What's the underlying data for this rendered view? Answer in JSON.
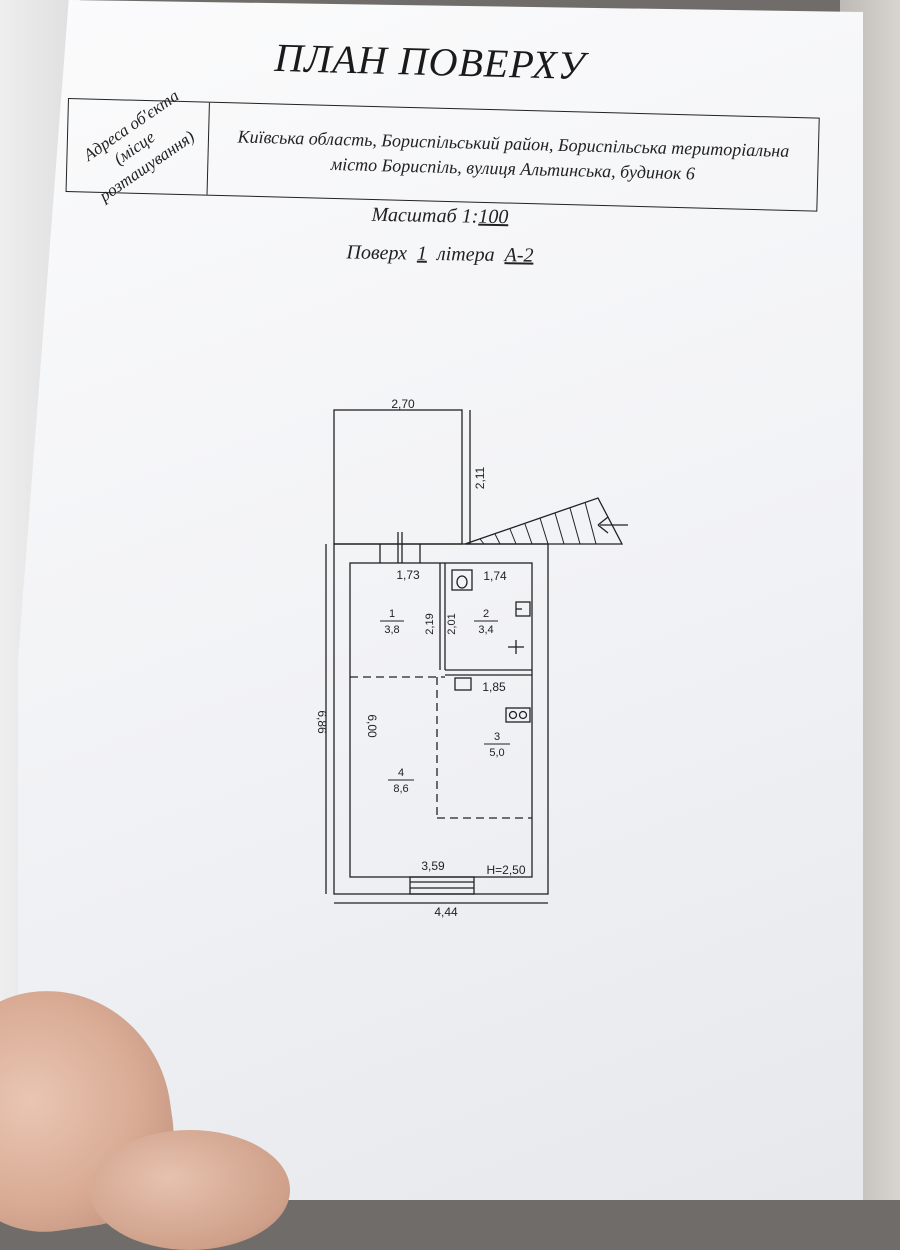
{
  "header": {
    "title": "ПЛАН ПОВЕРХУ"
  },
  "address": {
    "label_line1": "Адреса об'єкта",
    "label_line2": "(місце розташування)",
    "line1": "Київська область, Бориспільський район, Бориспільська територіальна",
    "line2": "місто Бориспіль, вулиця Альтинська, будинок 6"
  },
  "scale": {
    "label": "Масштаб 1:",
    "value": "100"
  },
  "floor": {
    "label": "Поверх",
    "number": "1",
    "litera_label": "літера",
    "litera": "А-2"
  },
  "plan": {
    "dims": {
      "top_width": "2,70",
      "top_height": "2,11",
      "room1_width": "1,73",
      "room2_width": "1,74",
      "room1_height": "2,19",
      "room2_height": "2,01",
      "room3_width": "1,85",
      "inner_height": "6,00",
      "outer_height": "6,86",
      "inner_width": "3,59",
      "ceiling": "H=2,50",
      "outer_width": "4,44"
    },
    "rooms": [
      {
        "num": "1",
        "area": "3,8"
      },
      {
        "num": "2",
        "area": "3,4"
      },
      {
        "num": "3",
        "area": "5,0"
      },
      {
        "num": "4",
        "area": "8,6"
      }
    ]
  }
}
